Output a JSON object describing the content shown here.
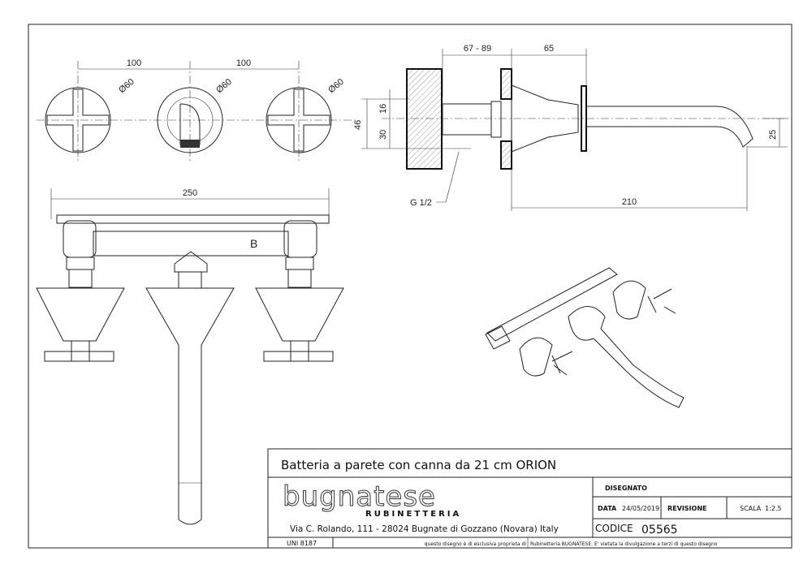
{
  "drawing": {
    "dimensions": {
      "left_spacing": "100",
      "right_spacing": "100",
      "diameter_left": "Ø60",
      "diameter_center": "Ø60",
      "diameter_right": "Ø60",
      "total_width": "250",
      "wall_depth": "67 - 89",
      "body_depth": "65",
      "spout_length": "210",
      "height_total": "46",
      "height_upper": "16",
      "height_lower": "30",
      "spout_drop": "25",
      "thread": "G 1/2",
      "marker": "B"
    }
  },
  "title_block": {
    "title": "Batteria a parete con canna da 21 cm ORION",
    "logo": "bugnatese",
    "logo_sub": "RUBINETTERIA",
    "address": "Via C. Rolando, 111 - 28024 Bugnate di Gozzano (Novara) Italy",
    "disegnato_label": "DISEGNATO",
    "data_label": "DATA",
    "data_value": "24/05/2019",
    "revisione_label": "REVISIONE",
    "scala_label": "SCALA",
    "scala_value": "1:2.5",
    "codice_label": "CODICE",
    "codice_value": "05565",
    "standard": "UNI 8187",
    "notice_1": "questo disegno è di esclusiva proprieta di",
    "notice_2": "Rubinetteria BUGNATESE. E' vietata la divulgazione a terzi di questo disegno"
  }
}
